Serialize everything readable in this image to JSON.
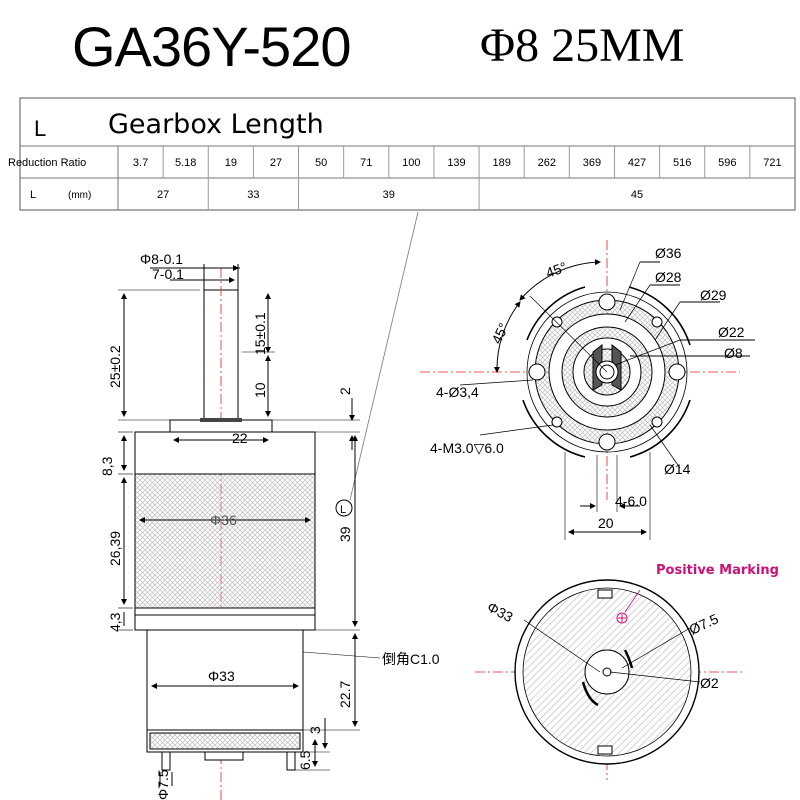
{
  "header": {
    "model": "GA36Y-520",
    "spec": "Φ8 25MM"
  },
  "table": {
    "l_symbol": "L",
    "l_title": "Gearbox Length",
    "ratio_label": "Reduction Ratio",
    "l_label": "L",
    "unit": "(mm)",
    "ratios": [
      "3.7",
      "5.18",
      "19",
      "27",
      "50",
      "71",
      "100",
      "139",
      "189",
      "262",
      "369",
      "427",
      "516",
      "596",
      "721"
    ],
    "lengths": [
      {
        "value": "27",
        "from": 0,
        "to": 1
      },
      {
        "value": "33",
        "from": 2,
        "to": 3
      },
      {
        "value": "39",
        "from": 4,
        "to": 7
      },
      {
        "value": "45",
        "from": 8,
        "to": 14
      }
    ]
  },
  "side_view": {
    "shaft_dia": "Φ8-0.1",
    "flat": "7-0.1",
    "shaft_len": "25±0.2",
    "flat_len": "15±0.1",
    "flat_gap": "10",
    "boss_h": "2",
    "boss_w": "22",
    "cap_h": "8,3",
    "gear_h": "26,39",
    "ring_h": "4,3",
    "gear_dia": "Φ36",
    "total": "39",
    "total_badge": "L",
    "motor_dia": "Φ33",
    "chamfer": "倒角C1.0",
    "motor_len": "22.7",
    "base_h": "3",
    "term_h": "6.5",
    "term_dia": "Φ7.5"
  },
  "front_view": {
    "angle_top": "45°",
    "angle_left": "45°",
    "d36": "Ø36",
    "d28": "Ø28",
    "d29": "Ø29",
    "d22": "Ø22",
    "d8": "Ø8",
    "holes": "4-Ø3,4",
    "threads": "4-M3.0▽6.0",
    "d14": "Ø14",
    "slot": "4-6.0",
    "width": "20"
  },
  "rear_view": {
    "marking": "Positive Marking",
    "d33": "Φ33",
    "d75": "Ø7.5",
    "d2": "Ø2"
  },
  "colors": {
    "marking": "#cc1177",
    "centerline": "#e02020",
    "hatch": "#b0b0b0"
  }
}
